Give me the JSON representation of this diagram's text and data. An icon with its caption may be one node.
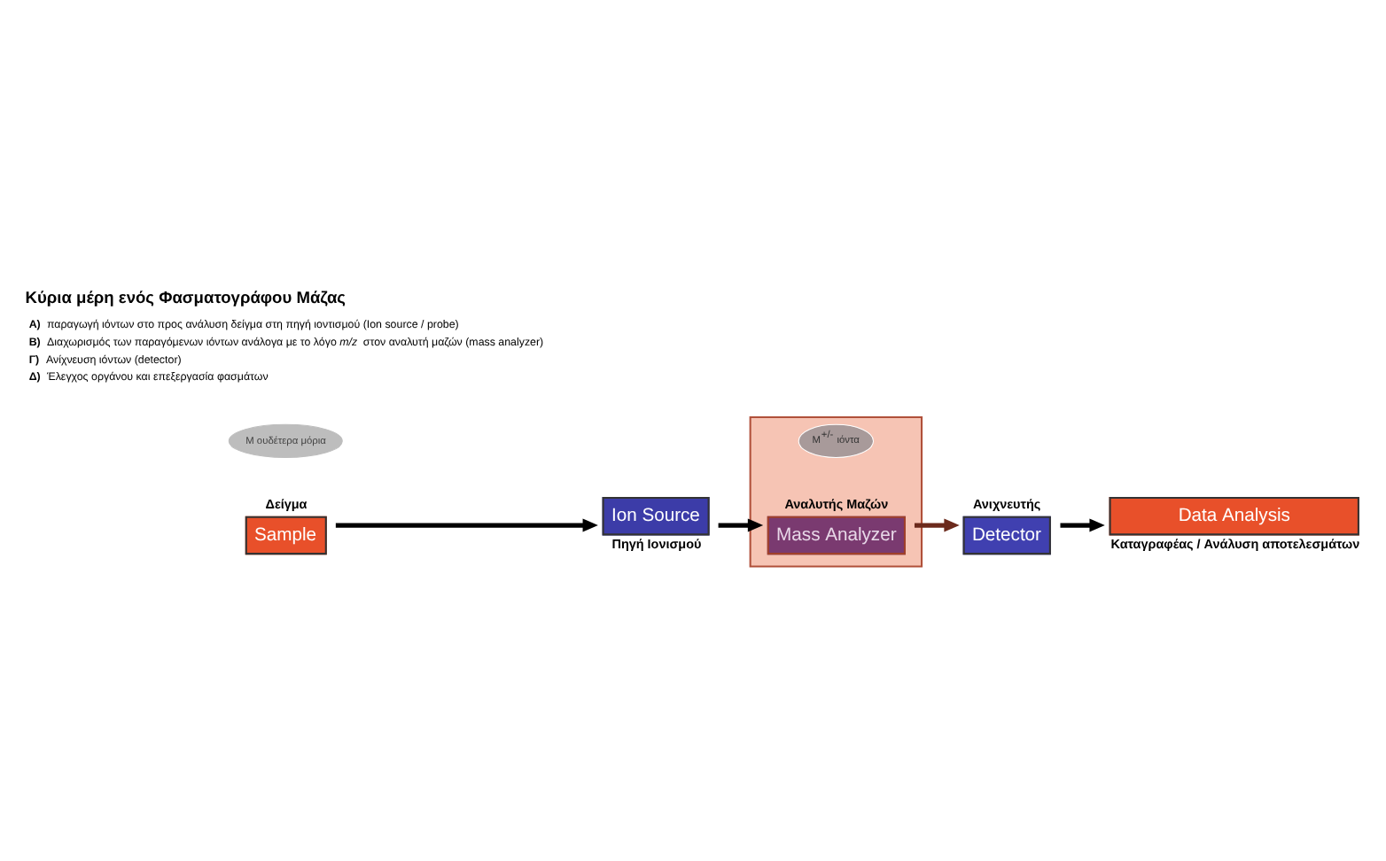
{
  "diagram": {
    "title": "Κύρια μέρη ενός Φασματογράφου Μάζας",
    "nodes": [
      {
        "text": [
          "Μ ουδέτερα μόρια"
        ]
      },
      {
        "text": [
          "Sample"
        ],
        "beside": [
          "Δείγμα"
        ]
      },
      {
        "text": [
          "Ion Source"
        ],
        "beside": [
          "Πηγή Ιονισμού"
        ]
      },
      {
        "text": [],
        "shape": "box"
      },
      {
        "text": [
          "M$^{+/-}$ ιόντα"
        ],
        "in": 3
      },
      {
        "text": [
          "Mass Analyzer"
        ],
        "beside": [
          "Αναλυτής Μαζών"
        ],
        "in": 3
      },
      {
        "text": [
          "Detector"
        ],
        "beside": [
          "Ανιχνευτής"
        ]
      },
      {
        "text": [
          "Data Analysis"
        ],
        "beside": [
          "Καταγραφέας / Ανάλυση αποτελεσμάτων"
        ]
      }
    ],
    "edges": [
      {
        "from": 1,
        "to": 2,
        "arrow": "to"
      },
      {
        "from": 2,
        "to": 5,
        "arrow": "to"
      },
      {
        "from": 5,
        "to": 6,
        "arrow": "to",
        "color": "#6b2a1c"
      },
      {
        "from": 6,
        "to": 7,
        "arrow": "to"
      }
    ],
    "labels": [
      "**Α)** παραγωγή ιόντων στο προς ανάλυση δείγμα στη πηγή ιοντισμού (Ion source / probe)",
      "**Β)** Διαχωρισμός των παραγόμενων ιόντων ανάλογα με το λόγο *m/z* στον αναλυτή μαζών (mass analyzer)",
      "**Γ)** Ανίχνευση ιόντων (detector)",
      "**Δ)** Έλεγχος οργάνου και επεξεργασία φασμάτων"
    ]
  }
}
